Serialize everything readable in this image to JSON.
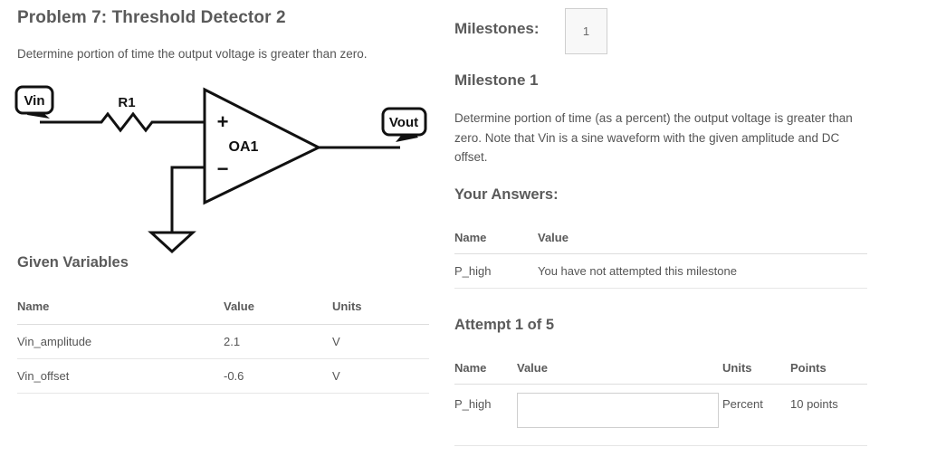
{
  "problem": {
    "title": "Problem 7: Threshold Detector 2",
    "description": "Determine portion of time the output voltage is greater than zero."
  },
  "circuit": {
    "source_label": "Vin",
    "resistor_label": "R1",
    "opamp_label": "OA1",
    "opamp_plus": "+",
    "opamp_minus": "−",
    "output_label": "Vout"
  },
  "given_variables": {
    "heading": "Given Variables",
    "columns": [
      "Name",
      "Value",
      "Units"
    ],
    "rows": [
      {
        "name": "Vin_amplitude",
        "value": "2.1",
        "units": "V"
      },
      {
        "name": "Vin_offset",
        "value": "-0.6",
        "units": "V"
      }
    ]
  },
  "milestones": {
    "label": "Milestones:",
    "buttons": [
      "1"
    ],
    "selected": "1"
  },
  "milestone": {
    "heading": "Milestone 1",
    "description": "Determine portion of time (as a percent) the output voltage is greater than zero.  Note that Vin is a sine waveform with the given amplitude and DC offset."
  },
  "your_answers": {
    "heading": "Your Answers:",
    "columns": [
      "Name",
      "Value"
    ],
    "rows": [
      {
        "name": "P_high",
        "value": "You have not attempted this milestone"
      }
    ]
  },
  "attempt": {
    "heading": "Attempt 1 of 5",
    "columns": [
      "Name",
      "Value",
      "Units",
      "Points"
    ],
    "rows": [
      {
        "name": "P_high",
        "value": "",
        "placeholder": "",
        "units": "Percent",
        "points": "10 points"
      }
    ]
  },
  "colors": {
    "text": "#555555",
    "heading": "#5a5a5a",
    "rule": "#e0e0e0",
    "input_border": "#cfcfcf",
    "button_bg": "#f8f8f8",
    "circuit_stroke": "#1a1a1a"
  }
}
